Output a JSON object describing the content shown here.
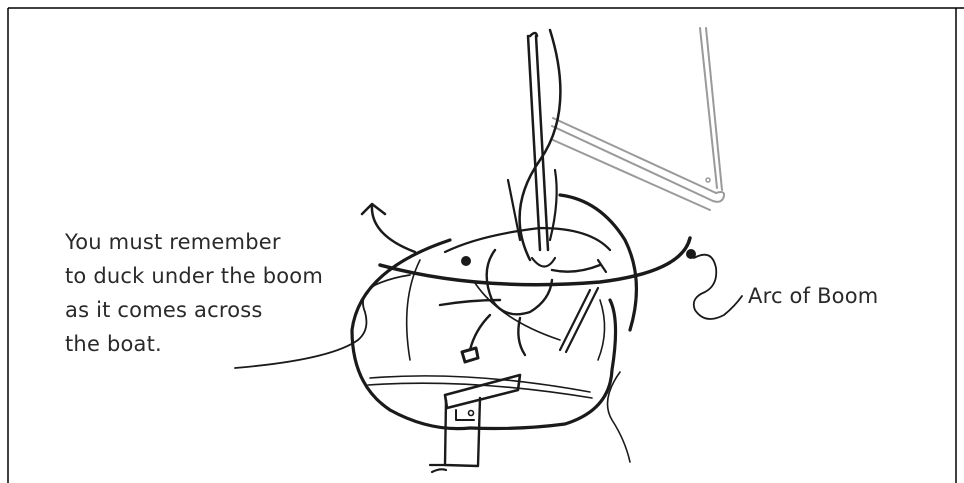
{
  "annotation_left": {
    "lines": [
      "You must remember",
      "to duck under the boom",
      "as it comes across",
      "the boat."
    ]
  },
  "annotation_right": {
    "label": "Arc of Boom"
  },
  "colors": {
    "ink": "#1a1a1a",
    "frame": "#000000",
    "boom_gray": "#9a9a9a",
    "background": "#ffffff"
  }
}
